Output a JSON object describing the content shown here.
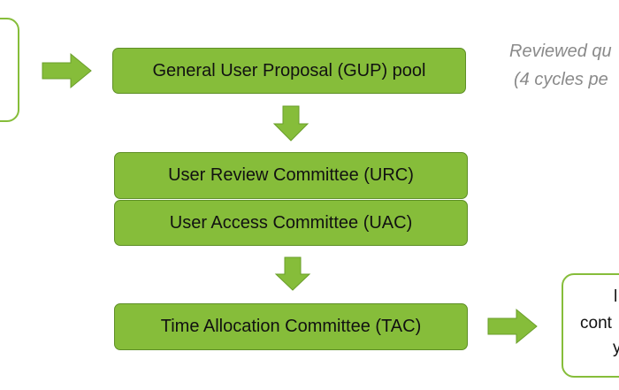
{
  "nodes": {
    "gup": "General User Proposal (GUP) pool",
    "urc": "User Review Committee (URC)",
    "uac": "User Access Committee (UAC)",
    "tac": "Time Allocation Committee (TAC)"
  },
  "note": {
    "line1": "Reviewed qu",
    "line2": "(4 cycles pe"
  },
  "right_box": {
    "line1": "l",
    "line2": "cont",
    "line3": "y"
  },
  "colors": {
    "box_fill": "#86bd3a",
    "box_border": "#5e8f26",
    "arrow_fill": "#86bd3a",
    "note_text": "#8a8a8a"
  }
}
